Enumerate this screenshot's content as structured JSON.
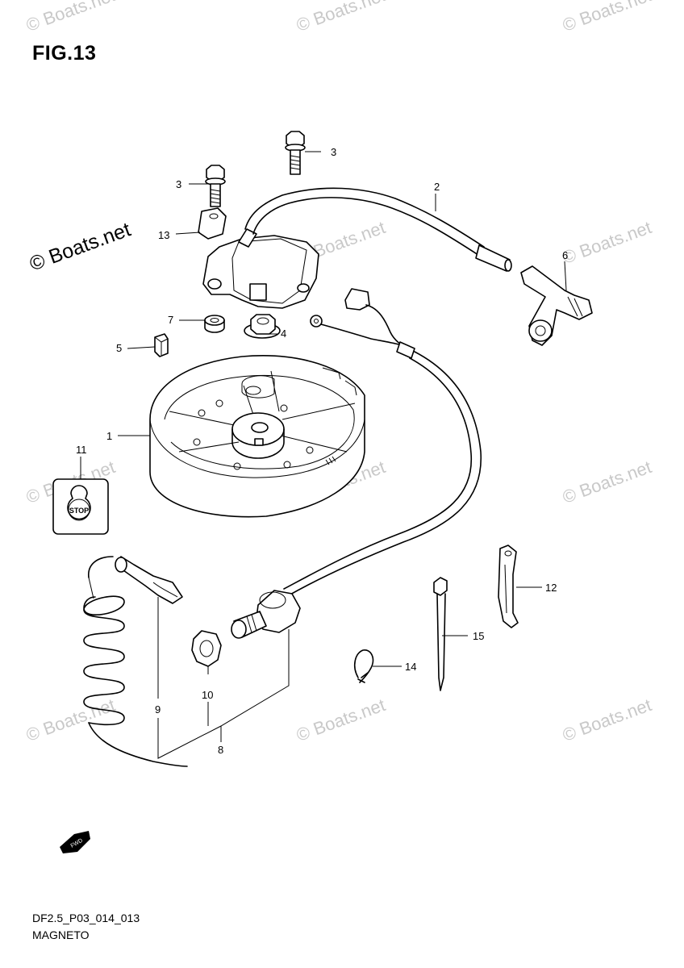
{
  "figure": {
    "title": "FIG.13",
    "code": "DF2.5_P03_014_013",
    "name": "MAGNETO"
  },
  "watermark": {
    "main": "© Boats.net",
    "repeat": "© Boats.net"
  },
  "stop_label": "STOP",
  "fwd_label": "FWD",
  "callouts": {
    "c1": "1",
    "c2": "2",
    "c3a": "3",
    "c3b": "3",
    "c4": "4",
    "c5": "5",
    "c6": "6",
    "c7": "7",
    "c8": "8",
    "c9": "9",
    "c10": "10",
    "c11": "11",
    "c12": "12",
    "c13": "13",
    "c14": "14",
    "c15": "15"
  }
}
